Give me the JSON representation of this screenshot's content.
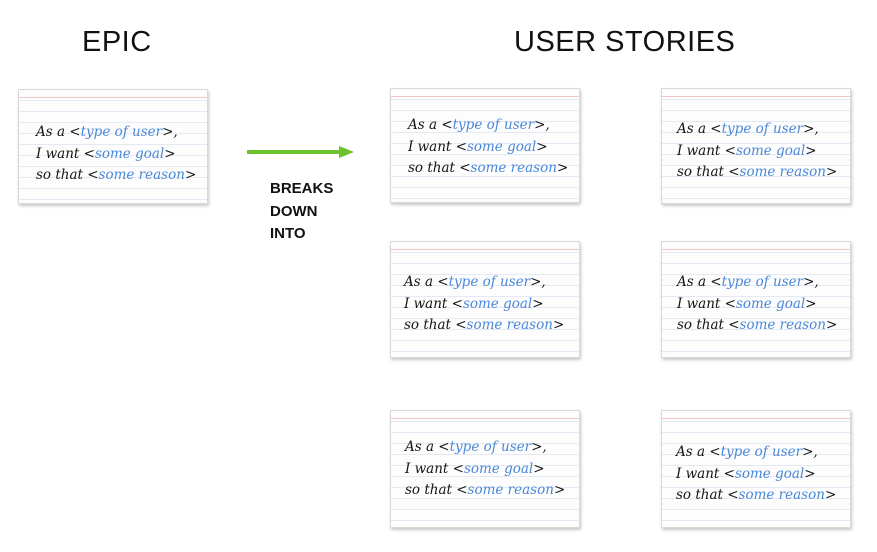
{
  "headings": {
    "epic": "EPIC",
    "user_stories": "USER STORIES"
  },
  "connector": {
    "caption_lines": [
      "BREAKS",
      "DOWN",
      "INTO"
    ],
    "arrow_color": "#6cc12a"
  },
  "card_template": {
    "line1_prefix": "As a <",
    "line1_highlight": "type of user",
    "line1_suffix": ">,",
    "line2_prefix": "I want <",
    "line2_highlight": "some goal",
    "line2_suffix": ">",
    "line3_prefix": "so that <",
    "line3_highlight": "some reason",
    "line3_suffix": ">"
  },
  "colors": {
    "highlight_text": "#4a88d9",
    "ruled_line": "#e5e9f3",
    "margin_line": "#f2c6c6"
  }
}
